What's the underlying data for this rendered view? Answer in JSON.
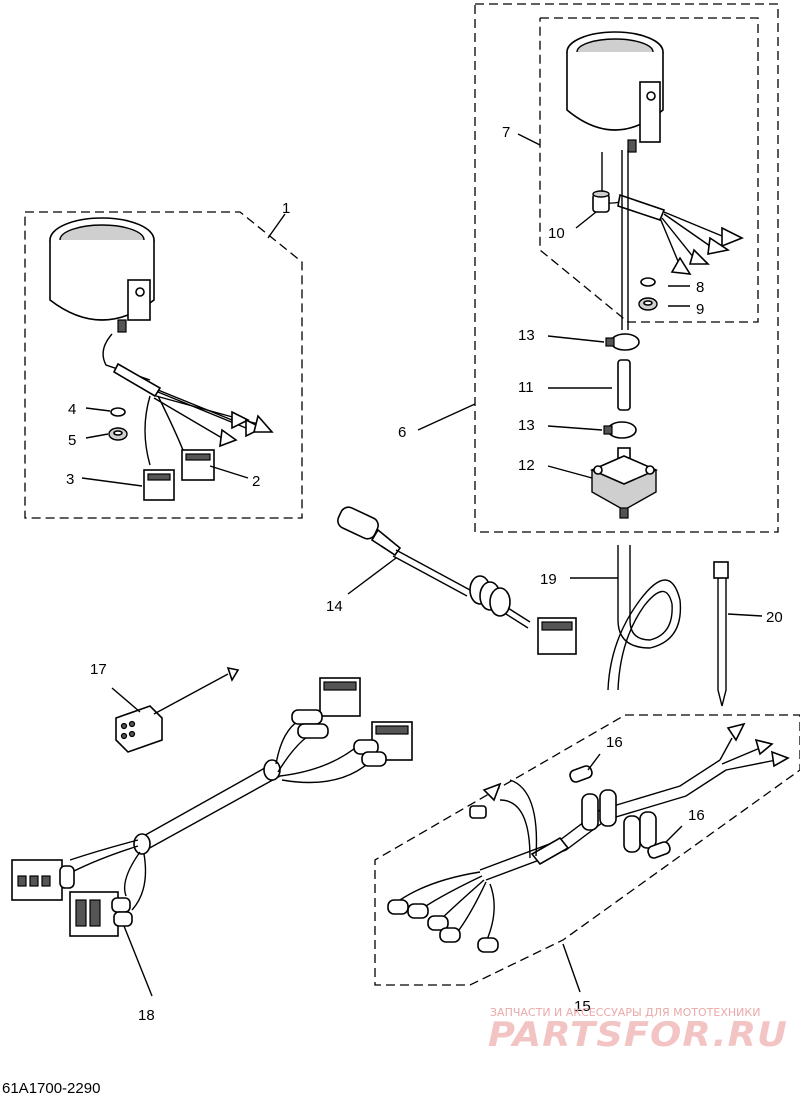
{
  "callouts": {
    "c1": "1",
    "c2": "2",
    "c3": "3",
    "c4": "4",
    "c5": "5",
    "c6": "6",
    "c7": "7",
    "c8": "8",
    "c9": "9",
    "c10": "10",
    "c11": "11",
    "c12": "12",
    "c13a": "13",
    "c13b": "13",
    "c14": "14",
    "c15": "15",
    "c16a": "16",
    "c16b": "16",
    "c17": "17",
    "c18": "18",
    "c19": "19",
    "c20": "20"
  },
  "diagram_code": "61A1700-2290",
  "watermark": {
    "tagline": "ЗАПЧАСТИ И АКСЕССУАРЫ ДЛЯ МОТОТЕХНИКИ",
    "brand": "PARTSFOR.RU"
  }
}
